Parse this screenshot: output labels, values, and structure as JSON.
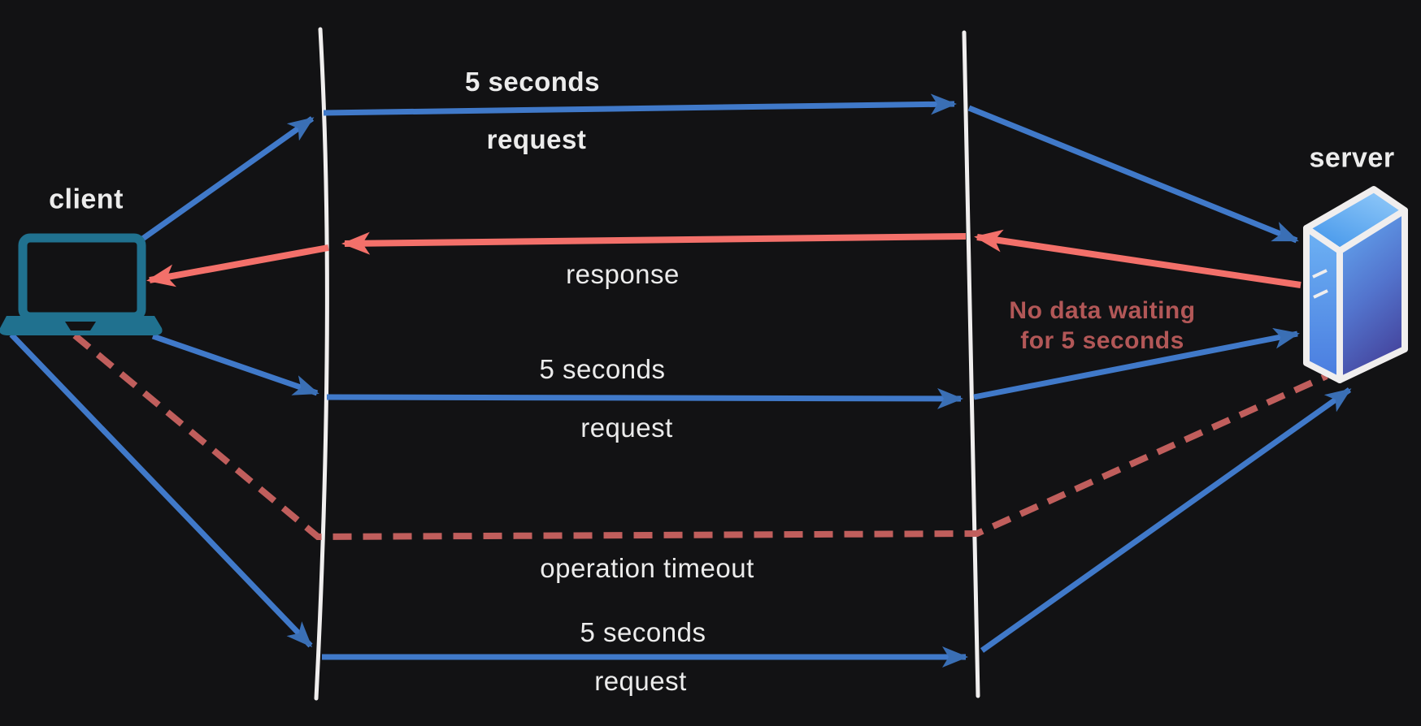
{
  "diagram": {
    "actors": {
      "client": {
        "label": "client"
      },
      "server": {
        "label": "server"
      }
    },
    "messages": {
      "request1": {
        "duration": "5 seconds",
        "label": "request"
      },
      "response1": {
        "label": "response"
      },
      "request2": {
        "duration": "5 seconds",
        "label": "request"
      },
      "timeout": {
        "label": "operation timeout"
      },
      "request3": {
        "duration": "5 seconds",
        "label": "request"
      }
    },
    "server_note": {
      "line1": "No data waiting",
      "line2": "for 5 seconds"
    },
    "colors": {
      "background": "#121214",
      "request_blue": "#4079c9",
      "response_red": "#f3706a",
      "timeout_dashed_red": "#c05e5c",
      "note_text_red": "#b25757",
      "label_text": "#ececec",
      "lifeline_white": "#f0eeee",
      "laptop_teal": "#20718f",
      "server_blue_light": "#8cc6f8",
      "server_blue_dark": "#45469f"
    }
  }
}
